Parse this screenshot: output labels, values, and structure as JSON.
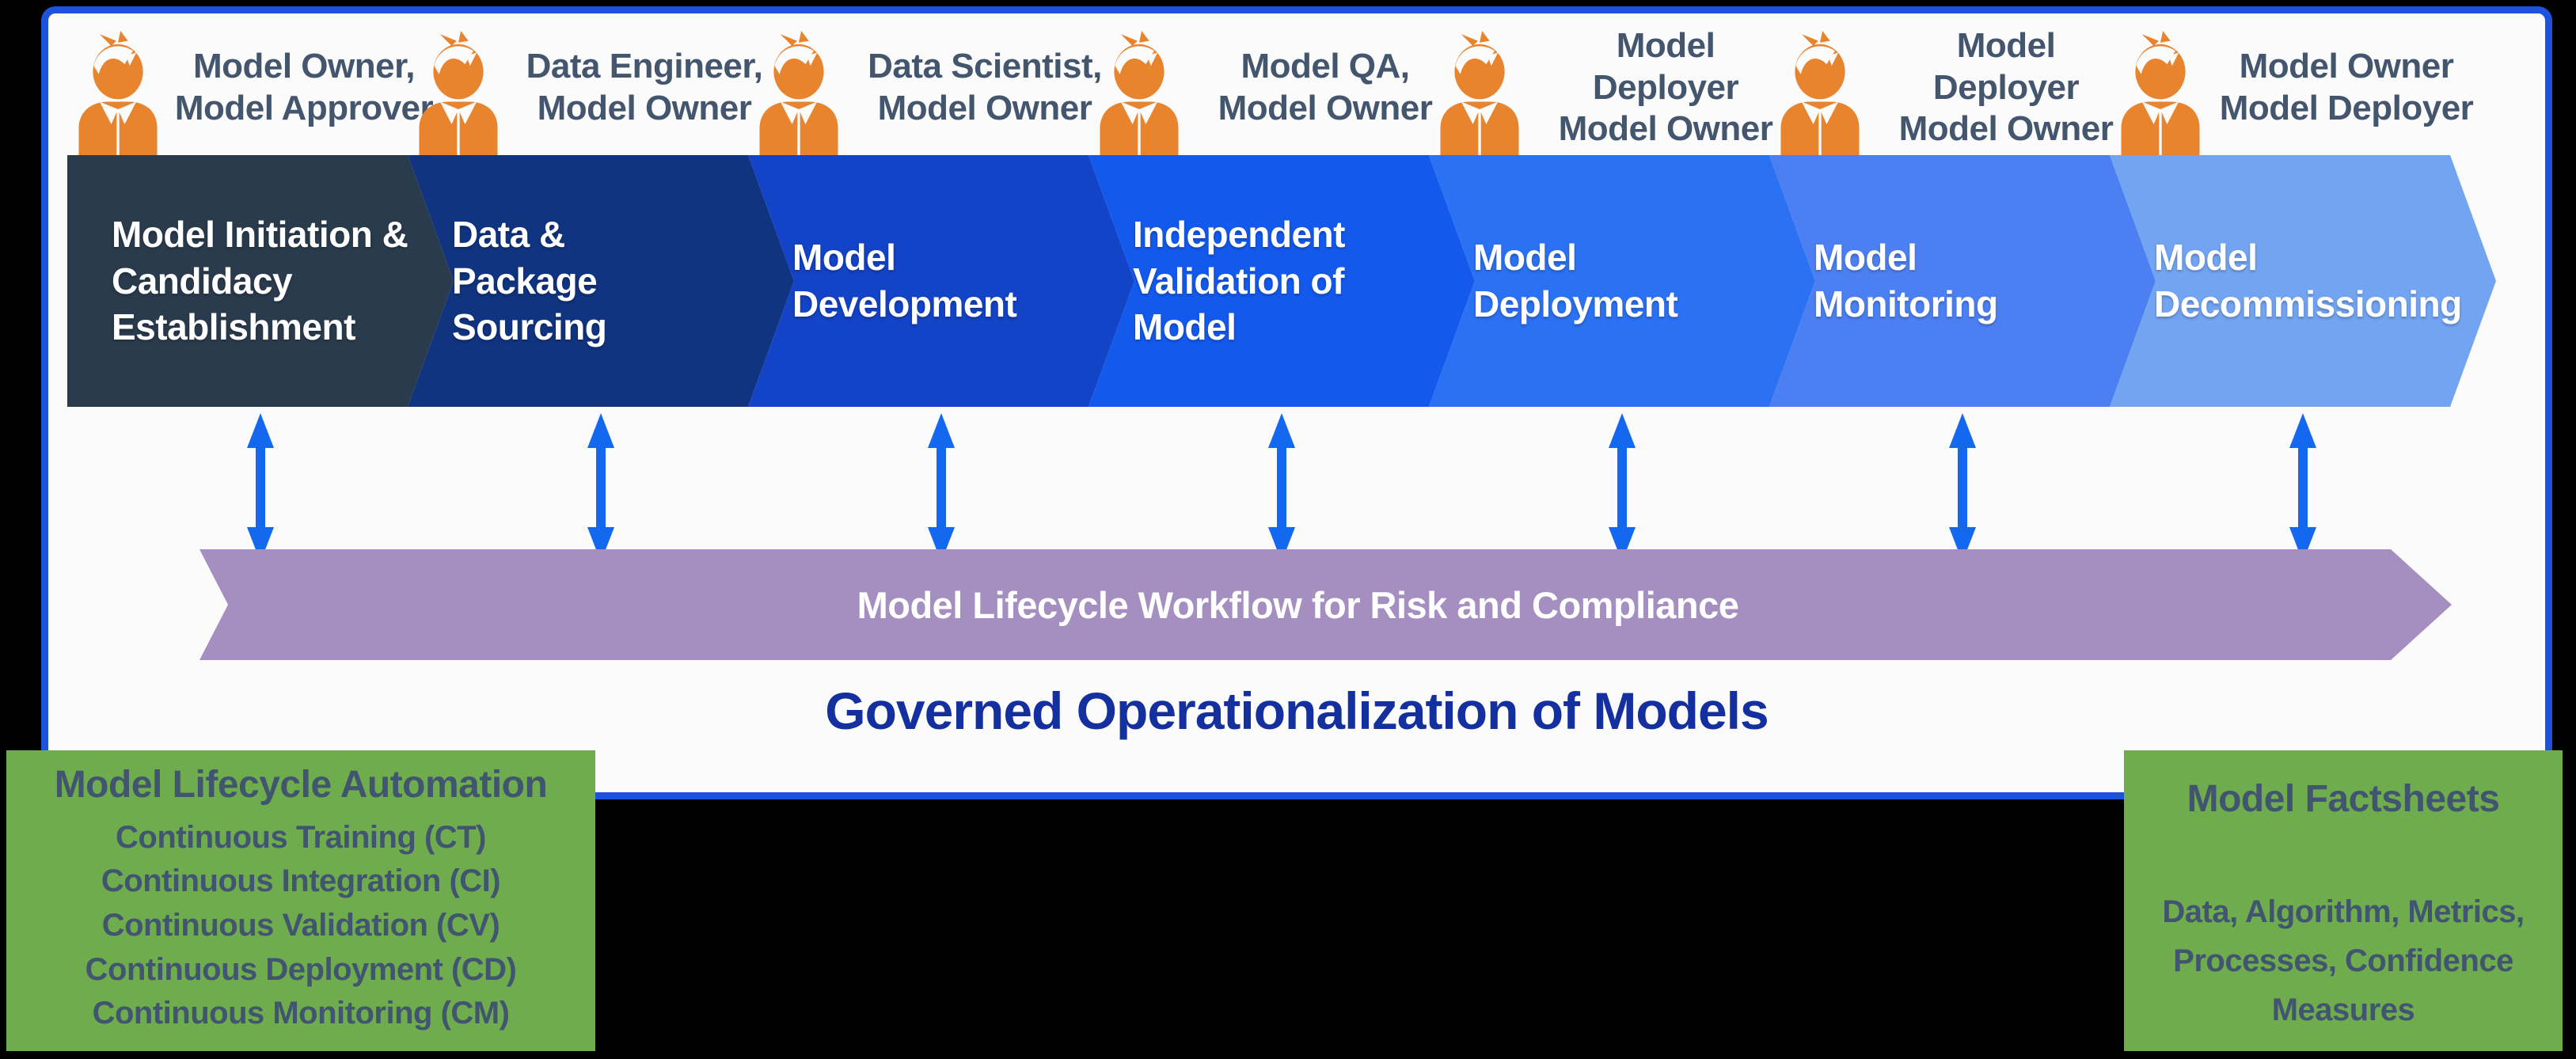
{
  "roles": [
    {
      "label": "Model Owner,\nModel Approver"
    },
    {
      "label": "Data Engineer,\nModel Owner"
    },
    {
      "label": "Data Scientist,\nModel Owner"
    },
    {
      "label": "Model QA,\nModel Owner"
    },
    {
      "label": "Model\nDeployer\nModel Owner"
    },
    {
      "label": "Model\nDeployer\nModel Owner"
    },
    {
      "label": "Model Owner\nModel Deployer"
    }
  ],
  "stages": [
    {
      "label": "Model Initiation &\nCandidacy\nEstablishment",
      "color": "#2A3B4D"
    },
    {
      "label": "Data &\nPackage\nSourcing",
      "color": "#10347F"
    },
    {
      "label": "Model\nDevelopment",
      "color": "#1343C6"
    },
    {
      "label": "Independent\nValidation of\nModel",
      "color": "#1359EC"
    },
    {
      "label": "Model\nDeployment",
      "color": "#2B71F3"
    },
    {
      "label": "Model\nMonitoring",
      "color": "#4C80F2"
    },
    {
      "label": "Model\nDecommissioning",
      "color": "#72A4F2"
    }
  ],
  "banner": {
    "label": "Model Lifecycle Workflow for Risk and Compliance",
    "color": "#A48FC0"
  },
  "title": {
    "label": "Governed Operationalization of Models",
    "color": "#14309E"
  },
  "automation_box": {
    "heading": "Model Lifecycle Automation",
    "items": [
      "Continuous Training (CT)",
      "Continuous Integration (CI)",
      "Continuous Validation (CV)",
      "Continuous Deployment (CD)",
      "Continuous Monitoring (CM)"
    ],
    "color": "#6FAC4D"
  },
  "factsheet_box": {
    "heading": "Model Factsheets",
    "body": "Data, Algorithm, Metrics,\nProcesses, Confidence\nMeasures",
    "color": "#6FAC4D"
  },
  "colors": {
    "panel_border": "#1C52DC",
    "panel_background": "#FBFBFC",
    "arrow_blue": "#1468F0",
    "role_text": "#44566E",
    "person_orange": "#E8832E",
    "page_background": "#000000"
  }
}
